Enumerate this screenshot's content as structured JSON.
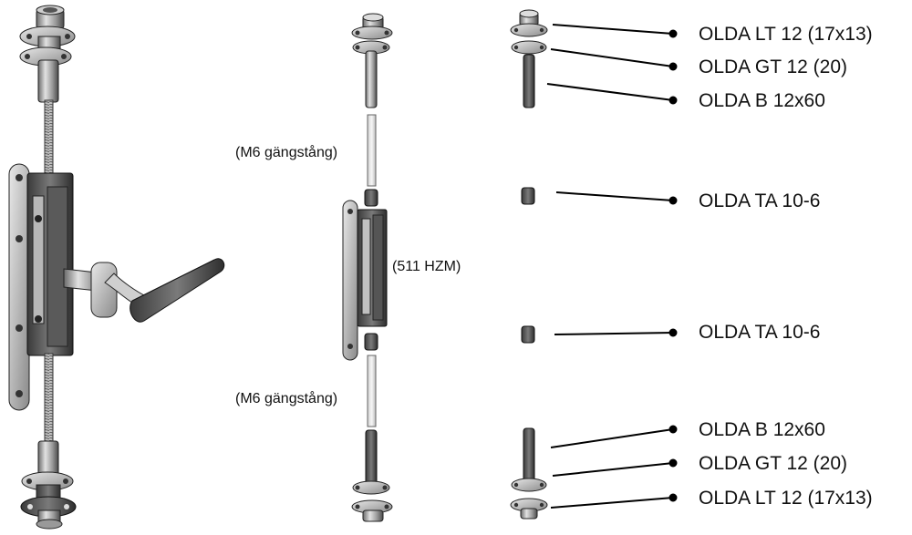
{
  "notes": {
    "rod_top": "(M6 gängstång)",
    "rod_bottom": "(M6 gängstång)",
    "lock_body": "(511 HZM)"
  },
  "parts": {
    "top_lt": "OLDA LT 12 (17x13)",
    "top_gt": "OLDA GT 12 (20)",
    "top_b": "OLDA B 12x60",
    "ta_upper": "OLDA TA 10-6",
    "ta_lower": "OLDA TA 10-6",
    "bottom_b": "OLDA B 12x60",
    "bottom_gt": "OLDA GT 12 (20)",
    "bottom_lt": "OLDA LT 12 (17x13)"
  },
  "colors": {
    "metal_light": "#d4d4d4",
    "metal_mid": "#9a9a9a",
    "metal_dark": "#4a4a4a",
    "outline": "#222222",
    "leader": "#000000"
  }
}
